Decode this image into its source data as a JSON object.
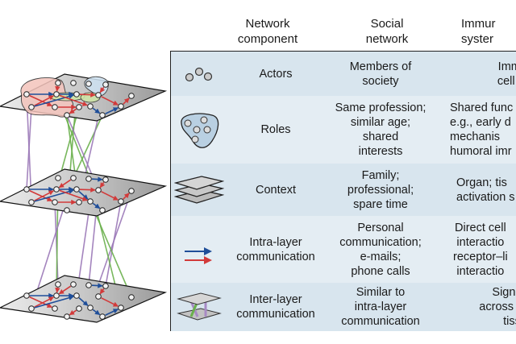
{
  "headers": {
    "component": "Network\ncomponent",
    "social": "Social\nnetwork",
    "immune": "Immur\nsyster"
  },
  "rows": [
    {
      "icon": "actors-nodes-icon",
      "component": "Actors",
      "social": "Members of\nsociety",
      "immune": "Immun\ncell typ"
    },
    {
      "icon": "roles-group-icon",
      "component": "Roles",
      "social": "Same profession;\nsimilar age;\nshared\ninterests",
      "immune": "Shared func\ne.g., early d\nmechanis\nhumoral imr"
    },
    {
      "icon": "context-layers-icon",
      "component": "Context",
      "social": "Family;\nprofessional;\nspare time",
      "immune": "Organ; tis\nactivation s"
    },
    {
      "icon": "intra-layer-arrows-icon",
      "component": "Intra-layer\ncommunication",
      "social": "Personal\ncommunication;\ne-mails;\nphone calls",
      "immune": "Direct cell\ninteractio\nreceptor–li\ninteractio"
    },
    {
      "icon": "inter-layer-links-icon",
      "component": "Inter-layer\ncommunication",
      "social": "Similar to\nintra-layer\ncommunication",
      "immune": "Signalin\nacross org\ntissue"
    }
  ],
  "colors": {
    "intra_blue": "#1f4e99",
    "intra_red": "#d23a3a",
    "inter_purple": "#9b78b8",
    "inter_green": "#6ab04c",
    "role_red_fill": "#f4c4bc",
    "role_blue_fill": "#cfe3f3",
    "role_green_fill": "#cfe6a6"
  }
}
